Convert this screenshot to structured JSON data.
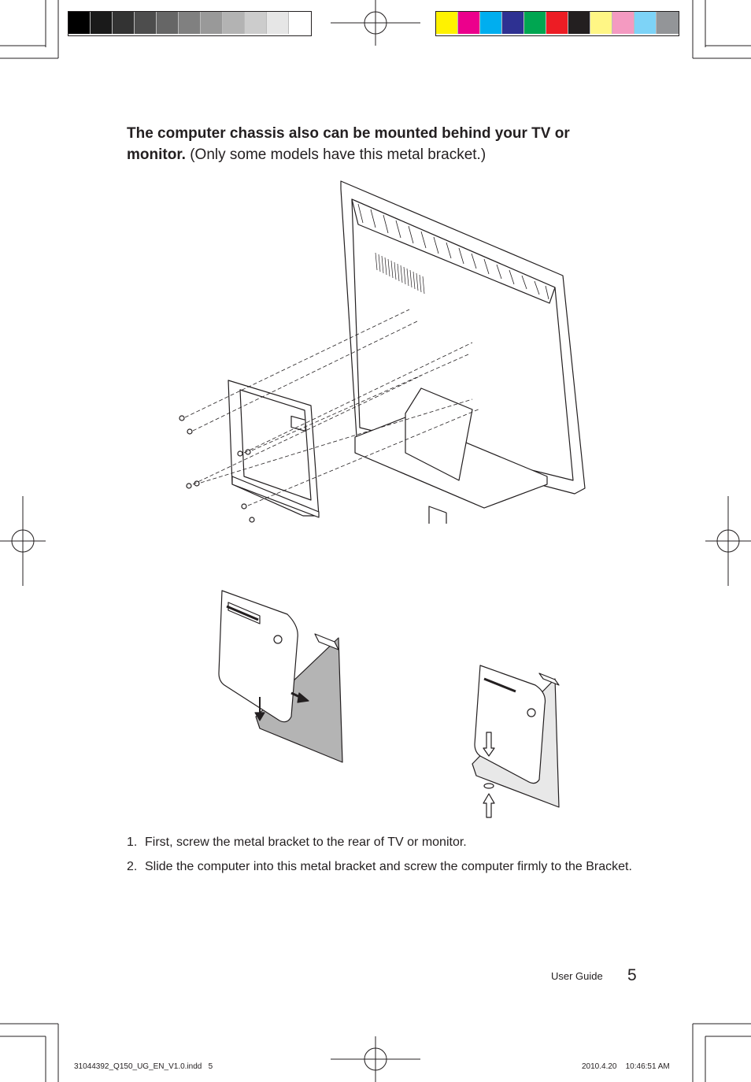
{
  "heading": {
    "bold": "The computer chassis also can be mounted behind your TV or monitor.",
    "normal": "(Only some models have this metal bracket.)"
  },
  "steps": [
    {
      "number": "1.",
      "text": "First, screw the metal bracket to the rear of TV or monitor."
    },
    {
      "number": "2.",
      "text": "Slide the computer into this metal bracket and screw the computer firmly to the Bracket."
    }
  ],
  "footer": {
    "label": "User Guide",
    "page_number": "5"
  },
  "slug": {
    "file": "31044392_Q150_UG_EN_V1.0.indd   5",
    "date": "2010.4.20    10:46:51 AM"
  },
  "colors": {
    "gray_bar": [
      "#000000",
      "#1a1a1a",
      "#333333",
      "#4d4d4d",
      "#666666",
      "#808080",
      "#999999",
      "#b3b3b3",
      "#cccccc",
      "#e6e6e6",
      "#ffffff"
    ],
    "color_bar": [
      "#fff200",
      "#ec008c",
      "#00aeef",
      "#2e3192",
      "#00a651",
      "#ed1c24",
      "#231f20",
      "#fff685",
      "#f49ac1",
      "#7dd3f7",
      "#939598"
    ],
    "ink": "#231f20"
  },
  "icons": [
    "registration-mark-icon",
    "crop-mark-icon",
    "arrow-down-icon",
    "arrow-right-icon",
    "arrow-up-icon",
    "screw-icon",
    "lenovo-logo"
  ]
}
